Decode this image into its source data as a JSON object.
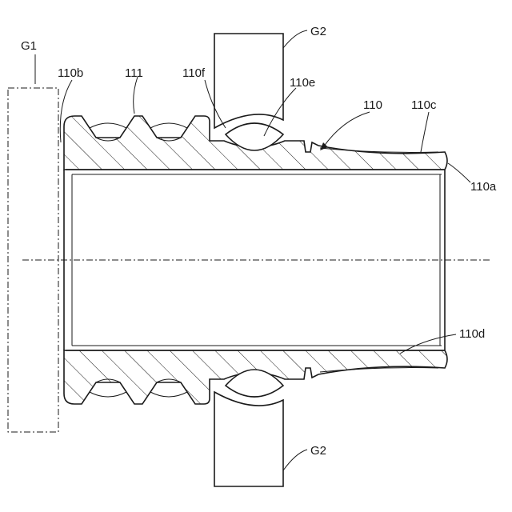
{
  "labels": {
    "g1": "G1",
    "g2_top": "G2",
    "g2_bottom": "G2",
    "part_110": "110",
    "part_110a": "110a",
    "part_110b": "110b",
    "part_110c": "110c",
    "part_110d": "110d",
    "part_110e": "110e",
    "part_110f": "110f",
    "part_111": "111"
  }
}
